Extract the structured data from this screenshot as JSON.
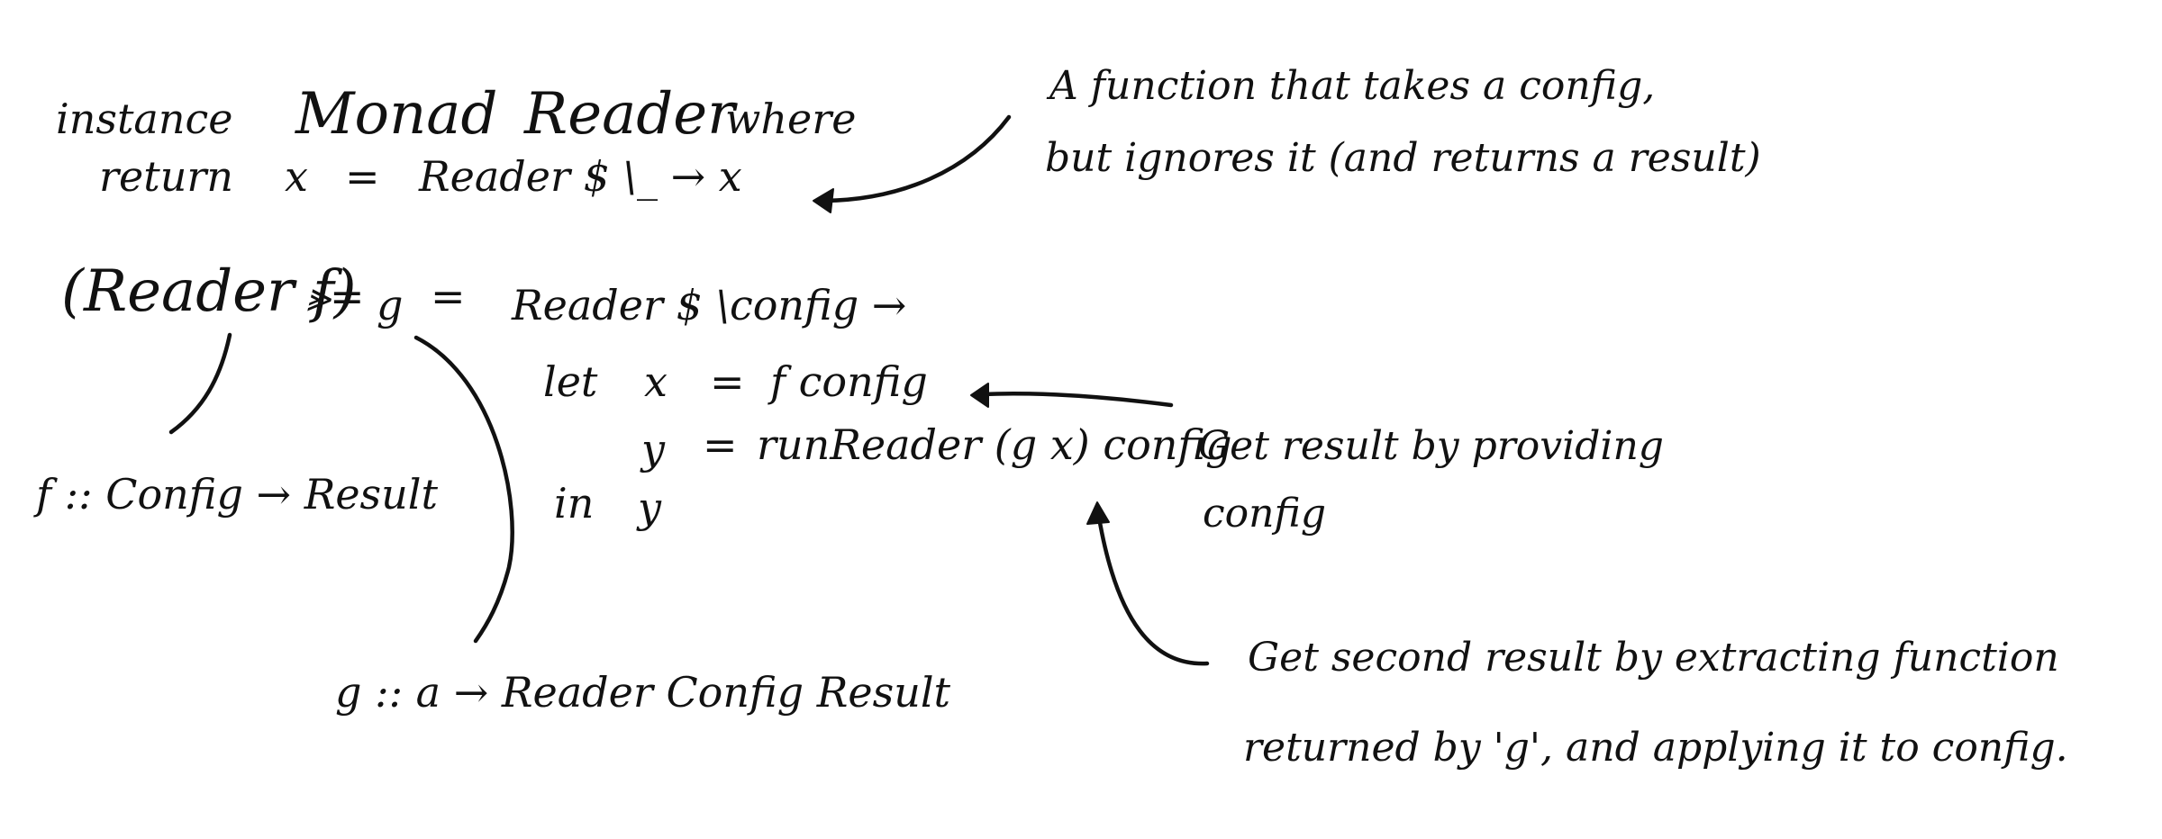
{
  "code": {
    "instance_line": {
      "instance": "instance",
      "monad": "Monad",
      "reader": "Reader",
      "where": "where"
    },
    "return_line": {
      "lhs": "return",
      "x": "x",
      "eq": "=",
      "rhs": "Reader $ \\_ → x"
    },
    "bind_line": {
      "reader_f": "(Reader f)",
      "op": "⪢=",
      "g": "g",
      "eq": "=",
      "rhs": "Reader $ \\config →"
    },
    "let_line": {
      "let": "let",
      "x": "x",
      "eq": "=",
      "rhs": "f config"
    },
    "y_line": {
      "y": "y",
      "eq": "=",
      "rhs": "runReader (g x) config"
    },
    "in_line": {
      "in": "in",
      "y": "y"
    }
  },
  "types": {
    "f_type": "f :: Config → Result",
    "g_type": "g :: a → Reader Config Result"
  },
  "annotations": {
    "return_note": [
      "A function that takes a config,",
      "but ignores it (and returns a result)"
    ],
    "let_note": [
      "Get result by providing",
      "config"
    ],
    "runreader_note": [
      "Get second result by extracting function",
      "returned by 'g', and applying it to config."
    ]
  }
}
